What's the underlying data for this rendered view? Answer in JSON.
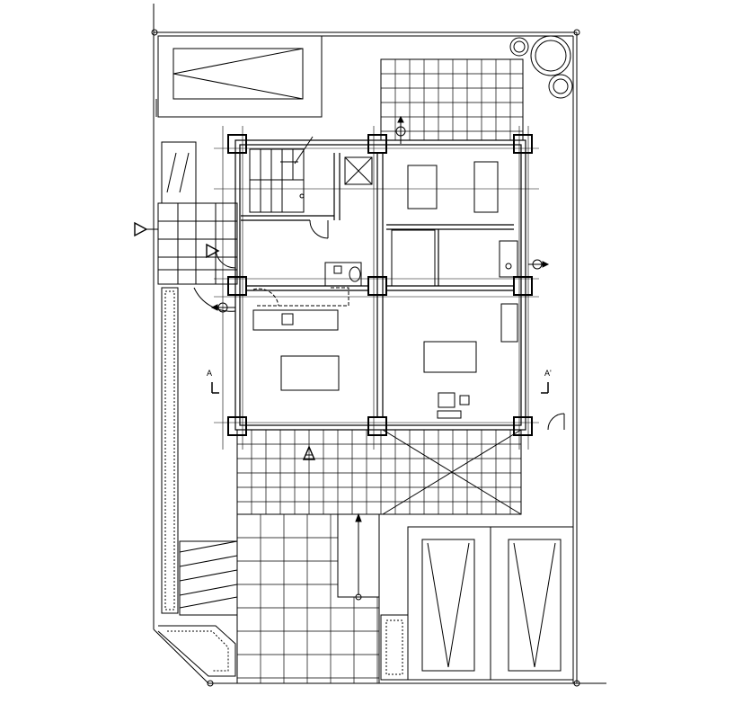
{
  "drawing": {
    "type": "floor-plan",
    "line_color": "#000000",
    "background": "#ffffff"
  },
  "section_marks": {
    "left_label": "A",
    "right_label": "A'"
  },
  "icons": [
    "entrance-triangle-icon",
    "north-arrow-icon",
    "tree-icon",
    "door-swing-icon"
  ]
}
